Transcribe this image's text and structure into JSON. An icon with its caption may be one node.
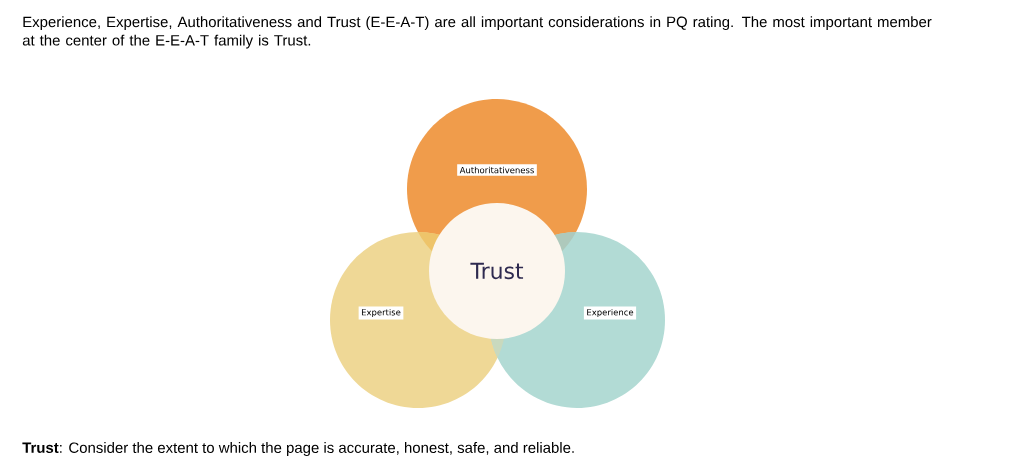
{
  "diagram": {
    "title": "Experience, Expertise, Authoritativeness and Trust (E-E-A-T) are all important considerations in PQ rating.  The most important member at the center of the E-E-A-T family is Trust.",
    "caption": "**Trust**: Consider the extent to which the page is accurate, honest, safe, and reliable.",
    "nodes": [
      {
        "text": [
          "Authoritativeness"
        ]
      },
      {
        "text": [
          "Expertise"
        ]
      },
      {
        "text": [
          "Experience"
        ]
      },
      {
        "text": [
          "Trust"
        ]
      }
    ]
  }
}
